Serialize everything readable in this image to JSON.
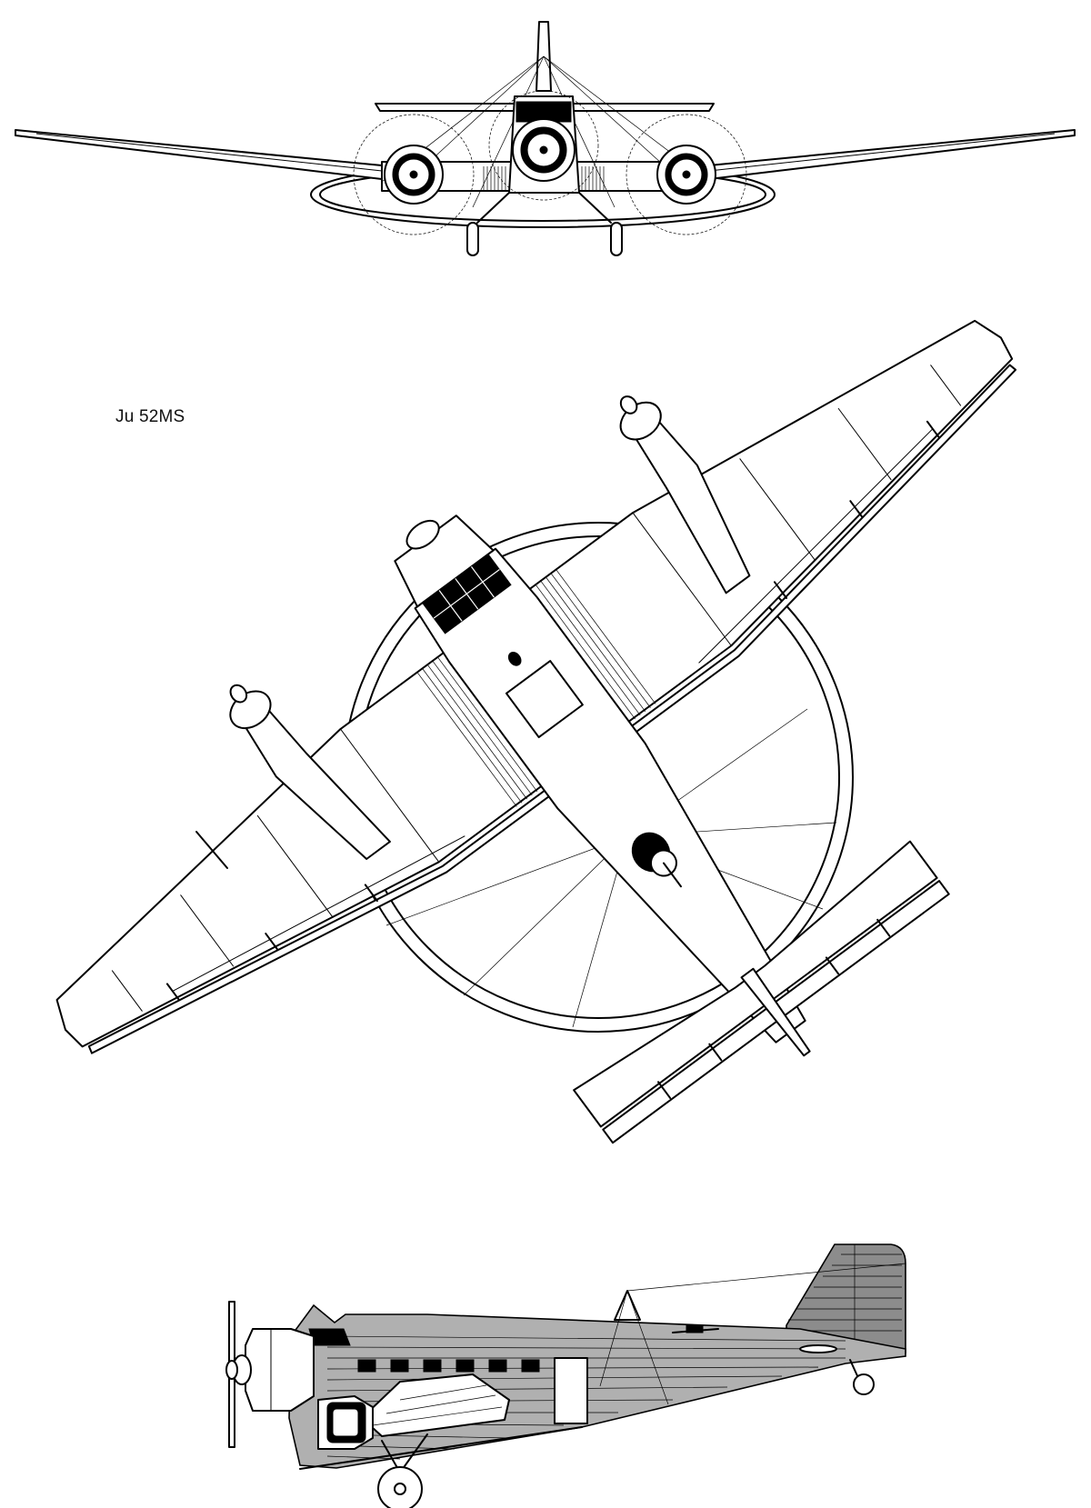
{
  "drawing": {
    "caption": "Ju 52MS",
    "line_color": "#000000",
    "background_color": "#ffffff",
    "views": [
      "front-view",
      "plan-view",
      "side-view"
    ]
  }
}
